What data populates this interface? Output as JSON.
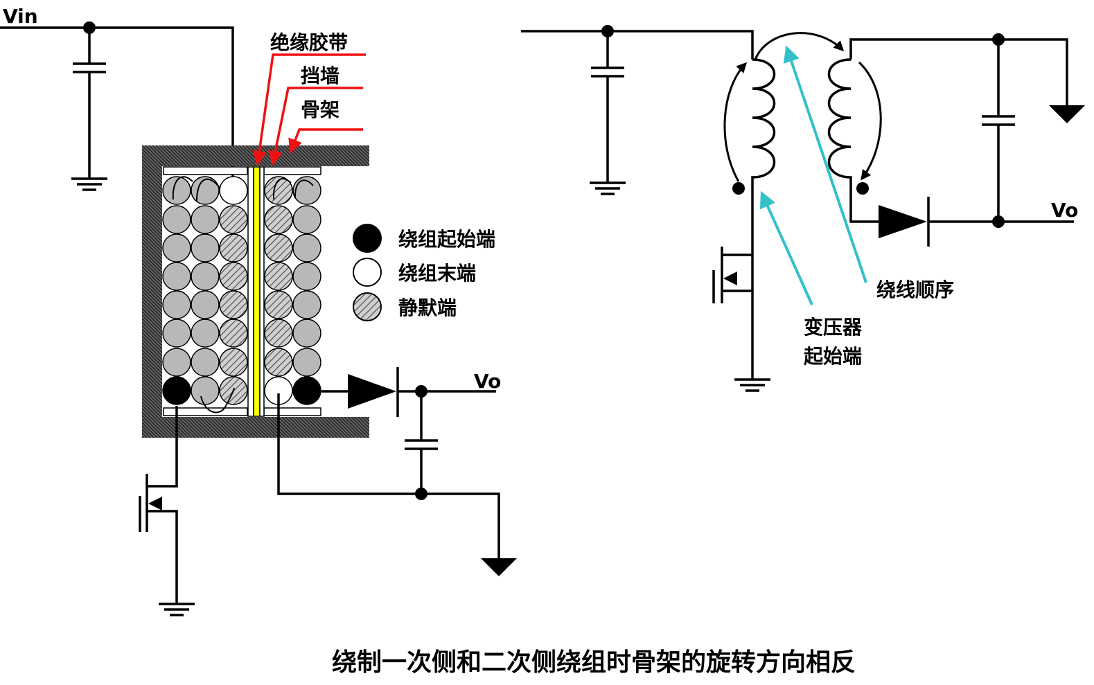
{
  "left": {
    "vin_label": "Vin",
    "vo_label": "Vo",
    "callouts": [
      "绝缘胶带",
      "挡墙",
      "骨架"
    ],
    "legend": [
      {
        "kind": "start",
        "text": "绕组起始端"
      },
      {
        "kind": "end",
        "text": "绕组末端"
      },
      {
        "kind": "quiet",
        "text": "静默端"
      }
    ]
  },
  "right": {
    "vo_label": "Vo",
    "winding_order_label": "绕线顺序",
    "transformer_start_label": [
      "变压器",
      "起始端"
    ]
  },
  "caption": "绕制一次侧和二次侧绕组时骨架的旋转方向相反",
  "colors": {
    "callout_arrow": "#ee1111",
    "annotation_arrow": "#33c0c8",
    "insulation_tape": "#ffff00",
    "wire_gray": "#b8b8b8",
    "core_hatch": "#444444"
  }
}
